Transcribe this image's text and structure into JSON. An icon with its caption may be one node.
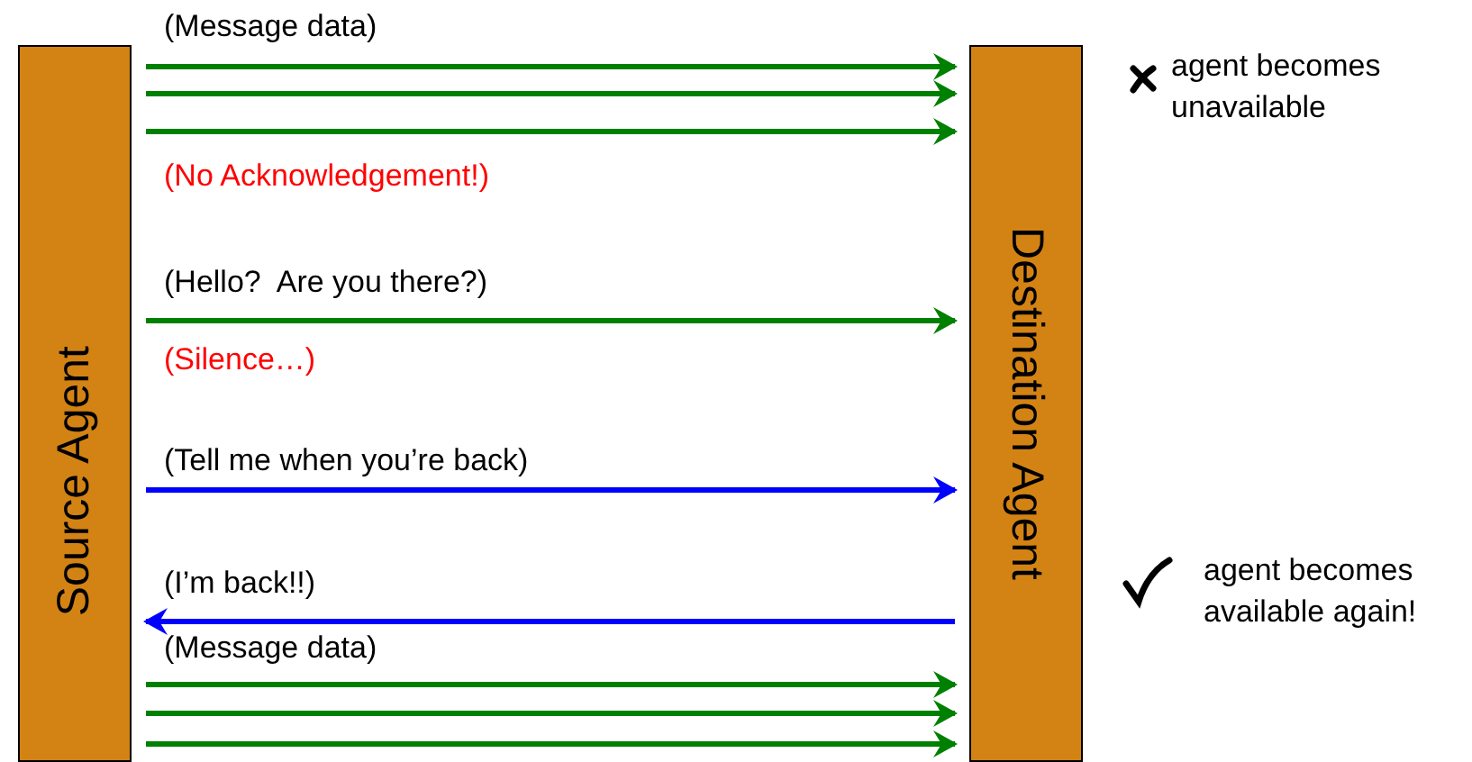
{
  "diagram": {
    "nodes": [
      {
        "text": [
          "Source Agent"
        ]
      },
      {
        "text": [
          "Destination Agent"
        ]
      }
    ],
    "edges": [
      {
        "from": 0,
        "to": 1,
        "arrow": "to",
        "label": "(Message data)"
      },
      {
        "from": 0,
        "to": 1,
        "arrow": "to"
      },
      {
        "from": 0,
        "to": 1,
        "arrow": "to"
      },
      {
        "from": 0,
        "to": 1,
        "arrow": "to",
        "label": "(Hello?  Are you there?)"
      },
      {
        "from": 0,
        "to": 1,
        "arrow": "to",
        "label": "(Tell me when you’re back)",
        "color": "#0000ff"
      },
      {
        "from": 1,
        "to": 0,
        "arrow": "to",
        "label": "(I’m back!!)",
        "color": "#0000ff"
      },
      {
        "from": 0,
        "to": 1,
        "arrow": "to",
        "label": "(Message data)"
      },
      {
        "from": 0,
        "to": 1,
        "arrow": "to"
      },
      {
        "from": 0,
        "to": 1,
        "arrow": "to"
      }
    ],
    "labels": [
      "agent becomes unavailable",
      "(No Acknowledgement!)",
      "(Silence…)",
      "agent becomes available again!"
    ]
  }
}
